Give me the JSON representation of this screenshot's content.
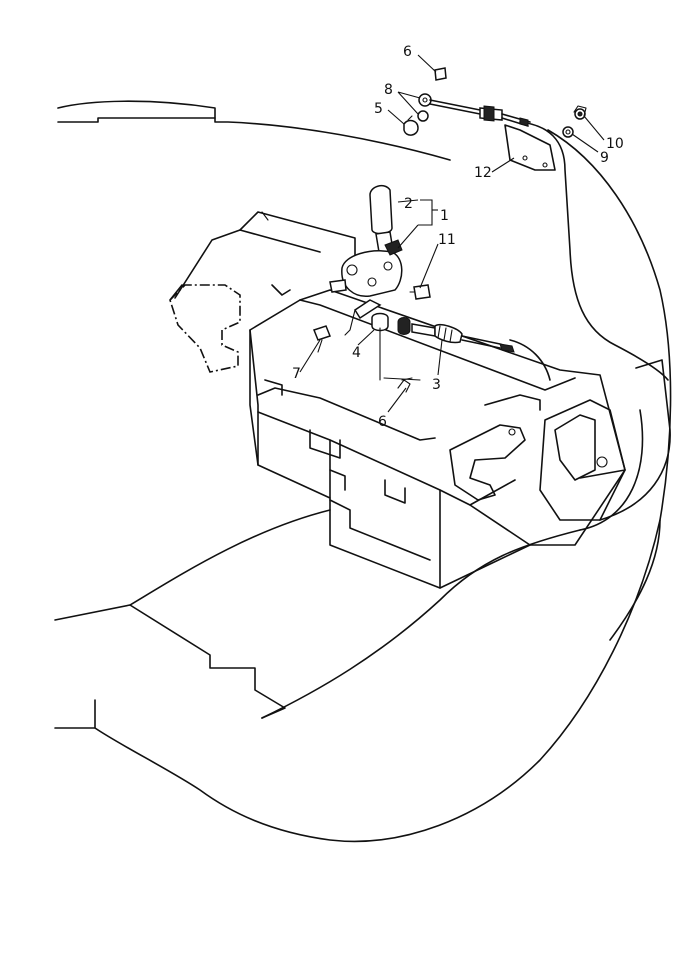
{
  "callouts": {
    "c1": "1",
    "c2": "2",
    "c3": "3",
    "c4": "4",
    "c5": "5",
    "c6_top": "6",
    "c6_mid": "6",
    "c7": "7",
    "c8": "8",
    "c9": "9",
    "c10": "10",
    "c11": "11",
    "c12": "12"
  },
  "colors": {
    "line": "#111111",
    "background": "#ffffff"
  }
}
